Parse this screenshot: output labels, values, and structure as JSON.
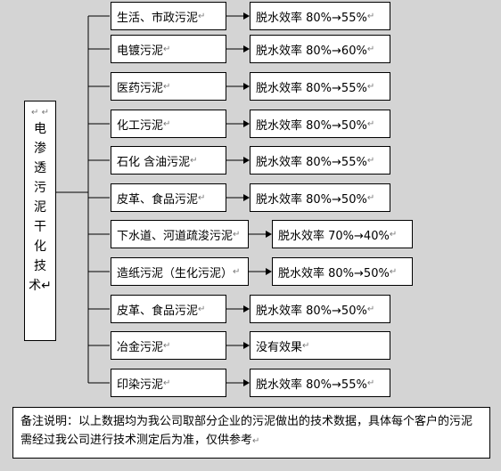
{
  "root": {
    "label": [
      "电",
      "渗",
      "透",
      "污",
      "泥",
      "干",
      "化",
      "技",
      "术"
    ],
    "para_mark": "↵"
  },
  "rows": [
    {
      "category": "生活、市政污泥",
      "result": "脱水效率 80%→55%"
    },
    {
      "category": "电镀污泥",
      "result": "脱水效率 80%→60%"
    },
    {
      "category": "医药污泥",
      "result": "脱水效率 80%→55%"
    },
    {
      "category": "化工污泥",
      "result": "脱水效率 80%→50%"
    },
    {
      "category": "石化 含油污泥",
      "result": "脱水效率 80%→55%"
    },
    {
      "category": "皮革、食品污泥",
      "result": "脱水效率 80%→50%"
    },
    {
      "category": "下水道、河道疏浚污泥",
      "result": "脱水效率 70%→40%"
    },
    {
      "category": "造纸污泥（生化污泥）",
      "result": "脱水效率 80%→50%"
    },
    {
      "category": "皮革、食品污泥",
      "result": "脱水效率 80%→50%"
    },
    {
      "category": "冶金污泥",
      "result": "没有效果"
    },
    {
      "category": "印染污泥",
      "result": "脱水效率 80%→55%"
    }
  ],
  "note": "备注说明：以上数据均为我公司取部分企业的污泥做出的技术数据，具体每个客户的污泥需经过我公司进行技术测定后为准，仅供参考"
}
